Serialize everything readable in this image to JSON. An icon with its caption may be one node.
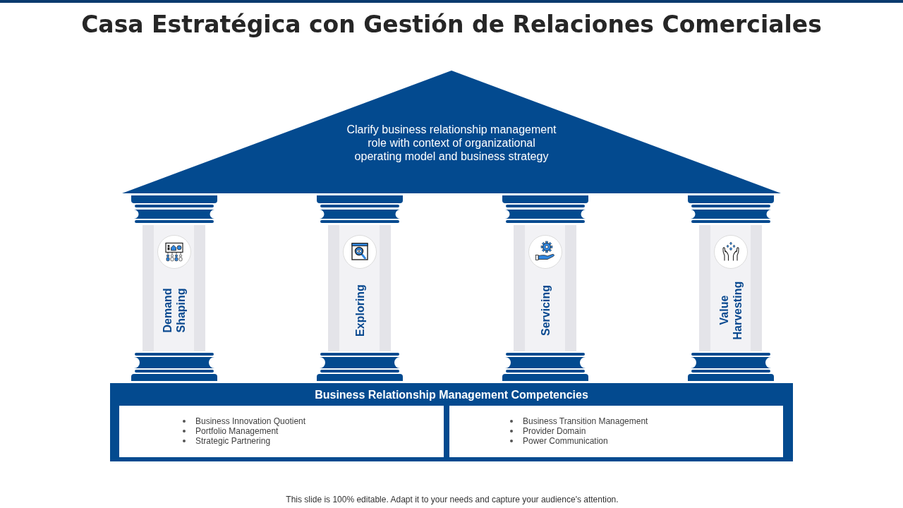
{
  "diagram": {
    "title": "Casa Estratégica con Gestión de Relaciones Comerciales",
    "caption": "This slide is 100% editable. Adapt it to your needs and capture your audience's attention.",
    "nodes": [
      {
        "text": [
          "Clarify business relationship management role with context of organizational operating model and business strategy"
        ]
      },
      {
        "text": [
          "Demand Shaping"
        ]
      },
      {
        "text": [
          "Exploring"
        ]
      },
      {
        "text": [
          "Servicing"
        ]
      },
      {
        "text": [
          "Value Harvesting"
        ]
      },
      {
        "text": [
          "Business Relationship Management Competencies"
        ]
      },
      {
        "text": [
          "Business Innovation Quotient",
          "Portfolio Management",
          "Strategic Partnering"
        ],
        "in": 5
      },
      {
        "text": [
          "Business Transition Management",
          "Provider Domain",
          "Power Communication"
        ],
        "in": 5
      }
    ]
  }
}
